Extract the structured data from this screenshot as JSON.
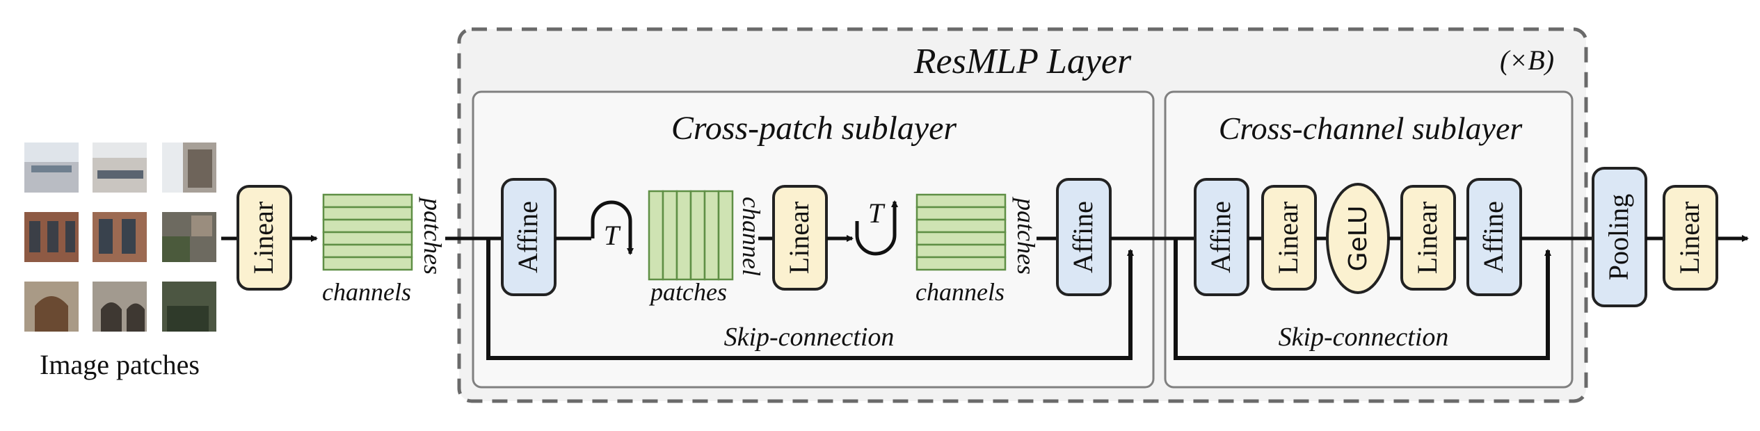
{
  "image_patches_label": "Image patches",
  "resmlp_title": "ResMLP Layer",
  "repeat_label": "(×B)",
  "cross_patch_title": "Cross-patch sublayer",
  "cross_channel_title": "Cross-channel sublayer",
  "skip_label_1": "Skip-connection",
  "skip_label_2": "Skip-connection",
  "blocks": {
    "linear_in": "Linear",
    "affine_1": "Affine",
    "linear_patch": "Linear",
    "affine_2": "Affine",
    "affine_3": "Affine",
    "linear_c1": "Linear",
    "gelu": "GeLU",
    "linear_c2": "Linear",
    "affine_4": "Affine",
    "pooling": "Pooling",
    "linear_out": "Linear"
  },
  "transpose_label_1": "T",
  "transpose_label_2": "T",
  "tensor_labels": {
    "t1_side": "patches",
    "t1_bottom": "channels",
    "t2_side": "channel",
    "t2_bottom": "patches",
    "t3_side": "patches",
    "t3_bottom": "channels"
  },
  "colors": {
    "linear_fill": "#fbf1d0",
    "affine_fill": "#dbe7f5",
    "tensor_fill": "#cfe3b3",
    "tensor_stroke": "#5f8f45",
    "sublayer_fill": "#f6f6f6",
    "outer_fill": "#f2f2f2"
  }
}
